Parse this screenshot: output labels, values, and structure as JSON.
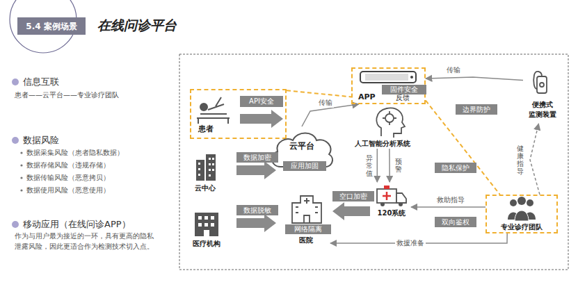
{
  "diagram": {
    "title": "在线问诊平台",
    "nodes": [
      {
        "text": [
          "5.4 案例场景"
        ]
      },
      {
        "text": [
          "患者"
        ]
      },
      {
        "text": [
          "API安全"
        ],
        "in": 1
      },
      {
        "text": [
          "APP",
          "反馈"
        ]
      },
      {
        "text": [
          "固件安全"
        ],
        "in": 3
      },
      {
        "text": [
          "人工智能分析系统"
        ]
      },
      {
        "text": [
          "云平台"
        ]
      },
      {
        "text": [
          "应用加固"
        ],
        "in": 6
      },
      {
        "text": [
          "云中心"
        ]
      },
      {
        "text": [
          "数据加密"
        ]
      },
      {
        "text": [
          "医疗机构"
        ]
      },
      {
        "text": [
          "数据脱敏"
        ]
      },
      {
        "text": [
          "医院"
        ]
      },
      {
        "text": [
          "网络隔离"
        ],
        "in": 12
      },
      {
        "text": [
          "空口加密"
        ]
      },
      {
        "text": [
          "120系统"
        ]
      },
      {
        "text": [
          "便携式 监测装置"
        ]
      },
      {
        "text": [
          "边界防护"
        ]
      },
      {
        "text": [
          "隐私保护"
        ]
      },
      {
        "text": [
          "双向鉴权"
        ]
      },
      {
        "text": [
          "专业诊疗团队"
        ]
      }
    ],
    "edges": [
      {
        "from": 1,
        "to": 3,
        "arrow": "none"
      },
      {
        "from": 6,
        "to": 3,
        "label": "传输",
        "arrow": "to"
      },
      {
        "from": 16,
        "to": 3,
        "label": "传输",
        "arrow": "to"
      },
      {
        "from": 3,
        "to": 20,
        "arrow": "none"
      },
      {
        "from": 20,
        "to": 16,
        "label": "健康指导",
        "arrow": "to"
      },
      {
        "from": 5,
        "to": 15,
        "label": "异常值",
        "arrow": "to"
      },
      {
        "from": 5,
        "to": 15,
        "label": "预警",
        "arrow": "to"
      },
      {
        "from": 20,
        "to": 15,
        "label": "救助指导",
        "arrow": "to"
      },
      {
        "from": 20,
        "to": 12,
        "label": "救援准备",
        "arrow": "to"
      }
    ],
    "labels": [
      "信息互联",
      "患者——云平台——专业诊疗团队",
      "数据风险",
      "数据采集风险（患者隐私数据）",
      "数据存储风险（违规存储）",
      "数据传输风险（恶意拷贝）",
      "数据使用风险（恶意使用）",
      "移动应用（在线问诊APP）",
      "作为与用户最为接近的一环，具有更高的隐私泄露风险，因此更适合作为检测技术切入点。"
    ]
  }
}
